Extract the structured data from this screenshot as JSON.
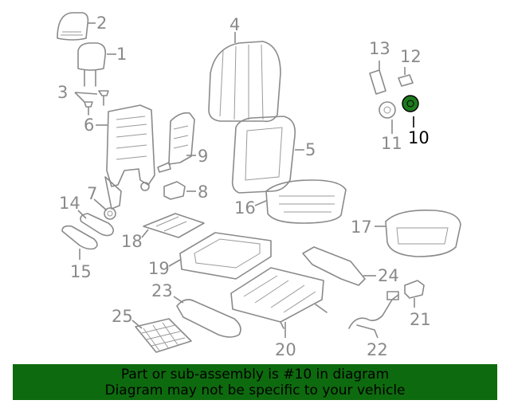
{
  "diagram": {
    "highlight_part": "10",
    "highlight_color": "#1e7a1e",
    "labels": [
      "1",
      "2",
      "3",
      "4",
      "5",
      "6",
      "7",
      "8",
      "9",
      "10",
      "11",
      "12",
      "13",
      "14",
      "15",
      "16",
      "17",
      "18",
      "19",
      "20",
      "21",
      "22",
      "23",
      "24",
      "25"
    ]
  },
  "banner": {
    "line1": "Part or sub-assembly is #10 in diagram",
    "line2": "Diagram may not be specific to your vehicle",
    "background": "#0e6a0e"
  }
}
